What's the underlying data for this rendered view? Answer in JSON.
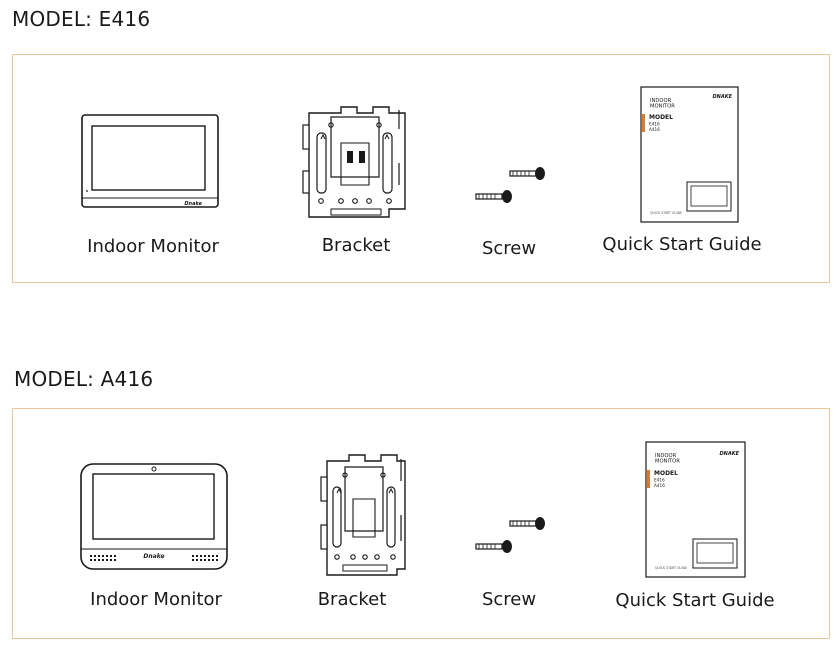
{
  "sections": [
    {
      "title": "MODEL: E416",
      "items": [
        {
          "label": "Indoor Monitor",
          "icon": "indoor-monitor-icon"
        },
        {
          "label": "Bracket",
          "icon": "bracket-icon"
        },
        {
          "label": "Screw",
          "icon": "screw-icon"
        },
        {
          "label": "Quick Start Guide",
          "icon": "quick-start-guide-icon"
        }
      ],
      "guide": {
        "heading": [
          "INDOOR",
          "MONITOR"
        ],
        "brand": "DNAKE",
        "model_label": "MODEL",
        "models": [
          "E416",
          "A416"
        ],
        "footer": "QUICK START GUIDE"
      },
      "monitor_logo": "Dnake"
    },
    {
      "title": "MODEL: A416",
      "items": [
        {
          "label": "Indoor Monitor",
          "icon": "indoor-monitor-icon"
        },
        {
          "label": "Bracket",
          "icon": "bracket-icon"
        },
        {
          "label": "Screw",
          "icon": "screw-icon"
        },
        {
          "label": "Quick Start Guide",
          "icon": "quick-start-guide-icon"
        }
      ],
      "guide": {
        "heading": [
          "INDOOR",
          "MONITOR"
        ],
        "brand": "DNAKE",
        "model_label": "MODEL",
        "models": [
          "E416",
          "A416"
        ],
        "footer": "QUICK START GUIDE"
      },
      "monitor_logo": "Dnake"
    }
  ],
  "colors": {
    "box_border": "#eac79b",
    "accent": "#e07a2b",
    "ink": "#1a1a1a"
  }
}
